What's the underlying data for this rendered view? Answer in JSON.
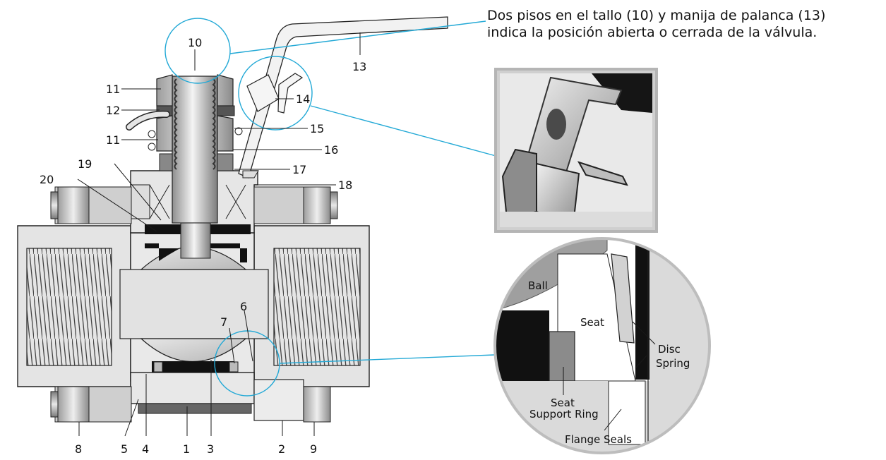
{
  "caption": {
    "line1": "Dos pisos en el tallo (10) y manija de palanca (13)",
    "line2": "indica la posición abierta o cerrada de la válvula."
  },
  "callouts": {
    "n1": "1",
    "n2": "2",
    "n3": "3",
    "n4": "4",
    "n5": "5",
    "n6": "6",
    "n7": "7",
    "n8": "8",
    "n9": "9",
    "n10": "10",
    "n11a": "11",
    "n11b": "11",
    "n12": "12",
    "n13": "13",
    "n14": "14",
    "n15": "15",
    "n16": "16",
    "n17": "17",
    "n18": "18",
    "n19": "19",
    "n20": "20"
  },
  "zoom_labels": {
    "ball": "Ball",
    "seat": "Seat",
    "disc_spring_1": "Disc",
    "disc_spring_2": "Spring",
    "seat_support_1": "Seat",
    "seat_support_2": "Support Ring",
    "flange_seals": "Flange Seals"
  },
  "colors": {
    "callout": "#23a9d6",
    "metal": "#e3e3e3",
    "metal_dark": "#9a9a9a",
    "black": "#111111"
  }
}
